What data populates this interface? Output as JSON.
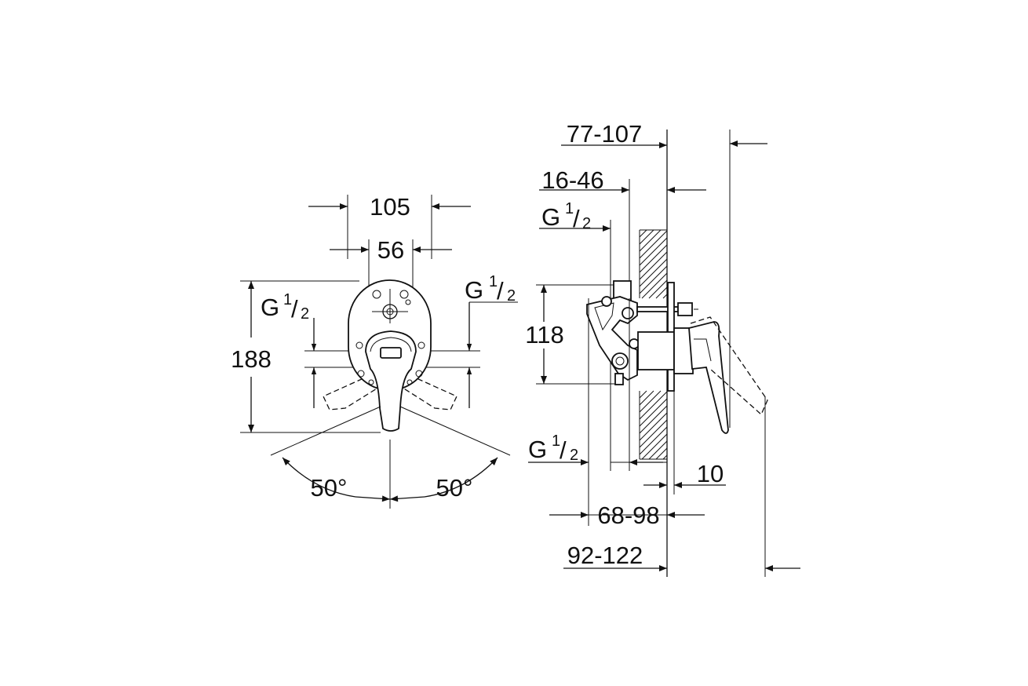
{
  "front_view": {
    "width_outer": "105",
    "width_inner": "56",
    "height_total": "188",
    "inlet_left": {
      "base": "G",
      "num": "1",
      "den": "2"
    },
    "inlet_right": {
      "base": "G",
      "num": "1",
      "den": "2"
    },
    "angle_left": "50°",
    "angle_right": "50°"
  },
  "side_view": {
    "depth_top": "77-107",
    "depth_body": "16-46",
    "spacing": "118",
    "inlet_top": {
      "base": "G",
      "num": "1",
      "den": "2"
    },
    "inlet_bottom": {
      "base": "G",
      "num": "1",
      "den": "2"
    },
    "offset": "10",
    "depth_mid": "68-98",
    "depth_total": "92-122"
  }
}
